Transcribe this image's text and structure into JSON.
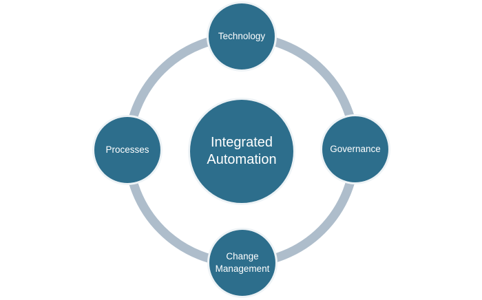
{
  "diagram": {
    "type": "cycle-hub",
    "background": "#FFFFFF",
    "colors": {
      "node_fill": "#2D6E8C",
      "node_border": "#EEF3F6",
      "ring": "#AEBDCB",
      "label_text": "#FFFFFF"
    },
    "center_node": {
      "label": "Integrated Automation"
    },
    "nodes": [
      {
        "label": "Technology",
        "position": "top"
      },
      {
        "label": "Governance",
        "position": "right"
      },
      {
        "label": "Change Management",
        "position": "bottom"
      },
      {
        "label": "Processes",
        "position": "left"
      }
    ]
  }
}
